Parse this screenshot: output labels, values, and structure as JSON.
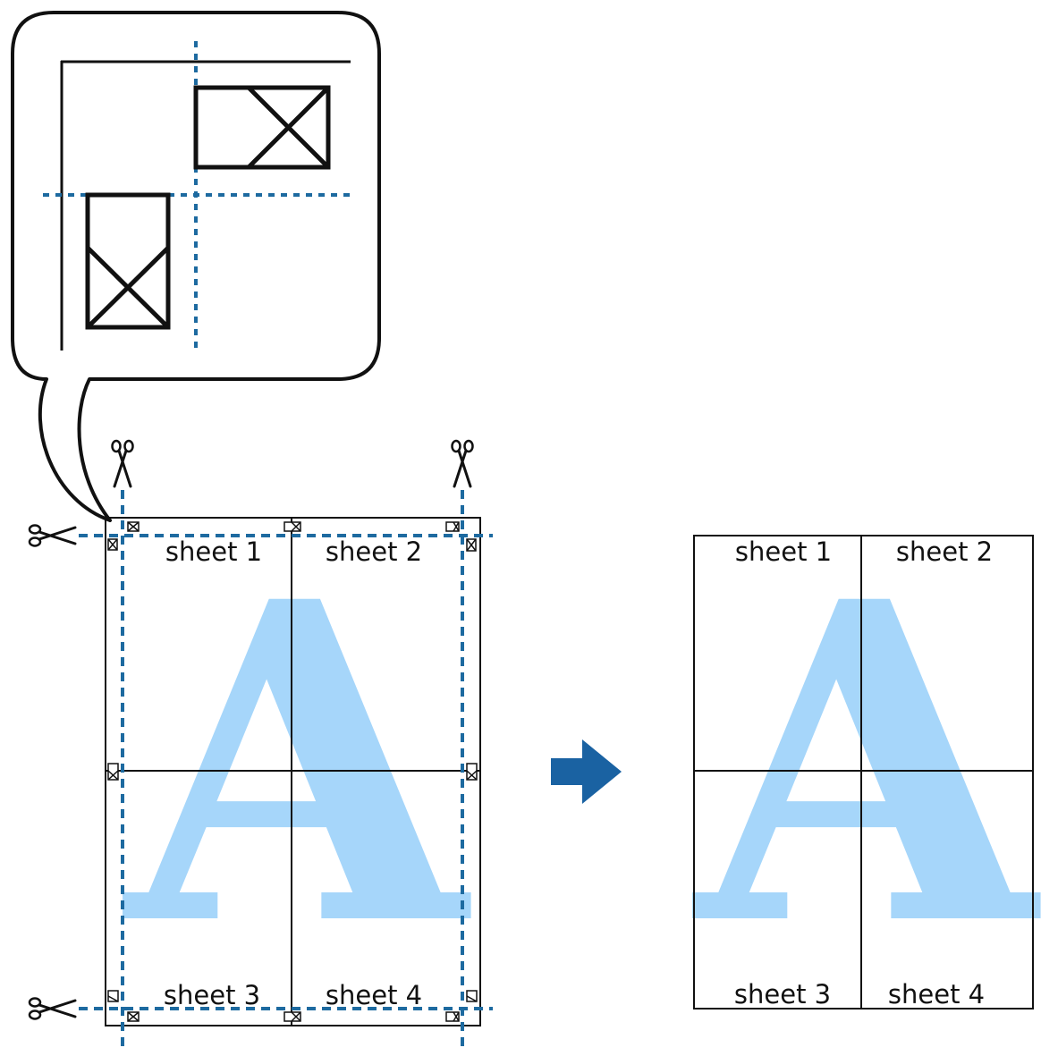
{
  "labels": {
    "left": [
      "sheet 1",
      "sheet 2",
      "sheet 3",
      "sheet 4"
    ],
    "right": [
      "sheet 1",
      "sheet 2",
      "sheet 3",
      "sheet 4"
    ]
  },
  "watermark": {
    "left": "A",
    "right": "A"
  },
  "icons": {
    "scissors": "scissors-icon",
    "arrow": "arrow-right-icon",
    "marker": "crop-marker-icon"
  },
  "colors": {
    "cut_line": "#1d6aa0",
    "watermark": "#a6d6fa",
    "arrow": "#1a62a2",
    "line": "#111111"
  }
}
